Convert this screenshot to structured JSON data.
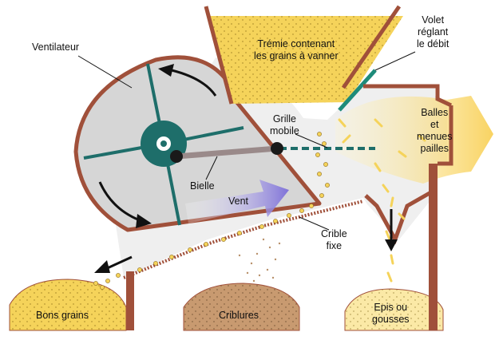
{
  "labels": {
    "ventilateur": "Ventilateur",
    "tremie": "Trémie contenant\nles grains à vanner",
    "volet": "Volet\nréglant\nle débit",
    "grille": "Grille\nmobile",
    "balles": "Balles\net\nmenues\npailles",
    "bielle": "Bielle",
    "vent": "Vent",
    "crible": "Crible\nfixe",
    "bons_grains": "Bons grains",
    "criblures": "Criblures",
    "epis": "Epis ou\ngousses"
  },
  "colors": {
    "machine_body": "#efefef",
    "outline": "#a0503a",
    "drum": "#d8d8d8",
    "fan_hub": "#1e6e6a",
    "grain_yellow": "#f5d35a",
    "pile_brown": "#c89a70",
    "wind": "#9b8fe0",
    "chaff": "#fbe27a"
  }
}
